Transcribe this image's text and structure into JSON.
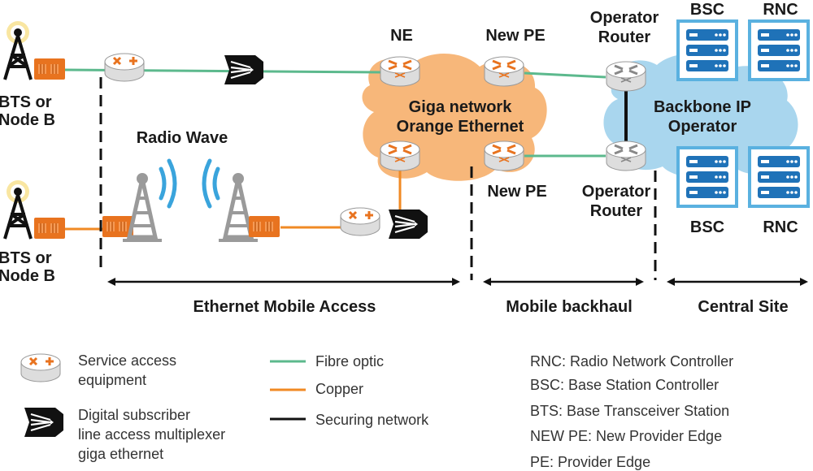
{
  "colors": {
    "fibre": "#5cb98d",
    "copper": "#f08a24",
    "securing": "#111111",
    "orange_cloud": "#f7b77a",
    "blue_cloud": "#a9d6ee",
    "server_blue": "#1f72b8",
    "server_frame": "#5ab1e0",
    "equipment_orange": "#e8731f"
  },
  "nodes": {
    "bts_top": "BTS or\nNode B",
    "bts_bottom": "BTS or\nNode B",
    "radio_wave": "Radio Wave",
    "ne": "NE",
    "new_pe_top": "New PE",
    "new_pe_bottom": "New PE",
    "operator_router_top": "Operator\nRouter",
    "operator_router_bottom": "Operator\nRouter",
    "giga_cloud": "Giga network\nOrange Ethernet",
    "backbone_cloud": "Backbone IP\nOperator",
    "bsc_top": "BSC",
    "rnc_top": "RNC",
    "bsc_bottom": "BSC",
    "rnc_bottom": "RNC"
  },
  "sections": {
    "ethernet_access": "Ethernet Mobile Access",
    "mobile_backhaul": "Mobile backhaul",
    "central_site": "Central Site"
  },
  "legend": {
    "service_access": "Service access\nequipment",
    "dslam": "Digital subscriber\nline access multiplexer\ngiga ethernet",
    "fibre": "Fibre optic",
    "copper": "Copper",
    "securing": "Securing network",
    "abbreviations": [
      "RNC: Radio Network Controller",
      "BSC: Base Station Controller",
      "BTS: Base Transceiver Station",
      "NEW PE: New Provider Edge",
      "PE: Provider Edge"
    ]
  }
}
